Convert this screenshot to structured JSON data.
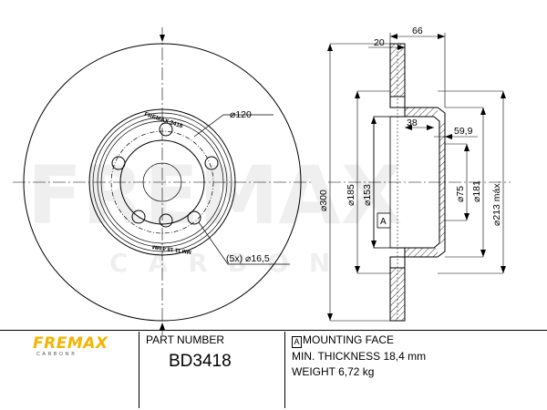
{
  "drawing": {
    "watermark_main": "FREMAX",
    "watermark_sub": "CARBON",
    "disc_engraving": "FREMAX 3418",
    "disc_engraving_lower": "MM 11 18.4 MM",
    "callouts": {
      "pcd": "⌀120",
      "bolt_holes": "(5x) ⌀16,5",
      "disc_dia": "⌀300",
      "d185": "⌀185",
      "d153": "⌀153",
      "d75": "⌀75",
      "d181": "⌀181",
      "d213": "⌀213 máx.",
      "total_height": "66",
      "thickness": "20",
      "hat_depth": "38",
      "offset": "59,9",
      "face_marker": "A"
    }
  },
  "footer": {
    "brand": "FREMAX",
    "brand_sub": "CARBON®",
    "part_label": "PART NUMBER",
    "part_number": "BD3418",
    "mounting_marker": "A",
    "mounting_face": "MOUNTING FACE",
    "min_thickness": "MIN. THICKNESS 18,4 mm",
    "weight": "WEIGHT 6,72 kg"
  }
}
